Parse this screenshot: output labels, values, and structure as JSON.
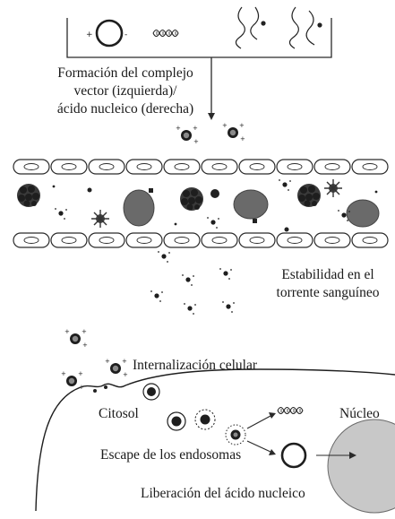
{
  "labels": {
    "formation_line1": "Formación del complejo",
    "formation_line2": "vector (izquierda)/",
    "formation_line3": "ácido nucleico (derecha)",
    "stability_line1": "Estabilidad en el",
    "stability_line2": "torrente sanguíneo",
    "internalization": "Internalización celular",
    "cytosol": "Citosol",
    "nucleus": "Núcleo",
    "endosome_escape": "Escape de los endosomas",
    "release": "Liberación del ácido nucleico"
  },
  "colors": {
    "line": "#2a2a2a",
    "dark_particle": "#1e1e1e",
    "red_cell": "#6a6a6a",
    "nucleus_fill": "#c8c8c8",
    "endothelial_fill": "#ffffff"
  }
}
